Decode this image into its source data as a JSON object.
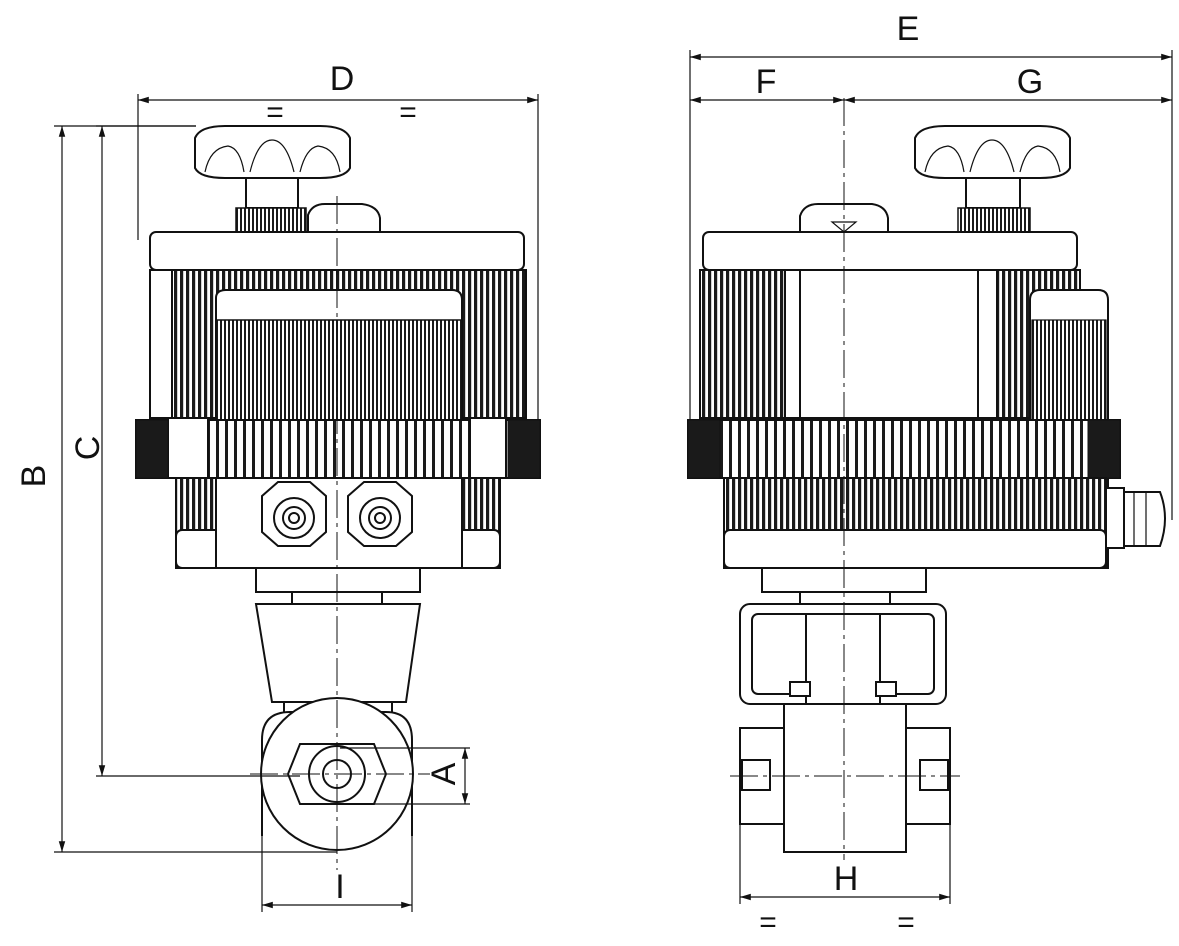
{
  "diagram": {
    "labels": {
      "A": "A",
      "B": "B",
      "C": "C",
      "D": "D",
      "E": "E",
      "F": "F",
      "G": "G",
      "H": "H",
      "I": "I"
    },
    "equal_marks": [
      "=",
      "=",
      "=",
      "="
    ]
  }
}
